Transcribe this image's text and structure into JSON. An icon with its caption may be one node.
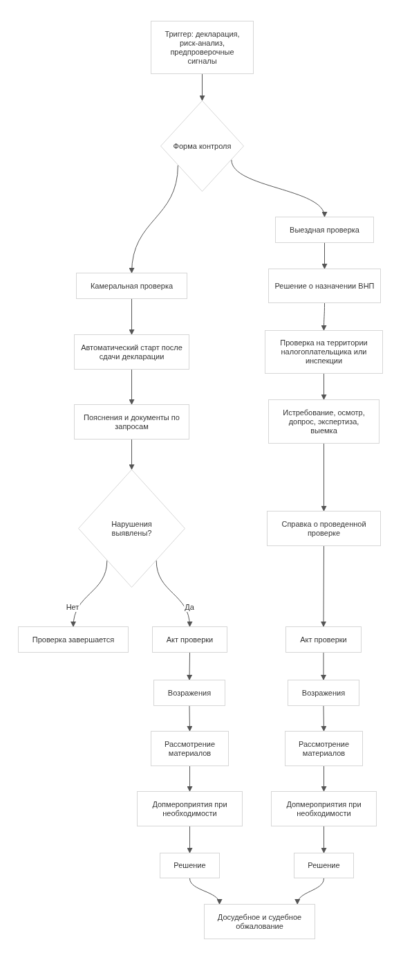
{
  "diagram": {
    "nodes": [
      {
        "text": [
          "Триггер: декларация, риск-анализ, предпроверочные сигналы"
        ]
      },
      {
        "text": [
          "Форма контроля"
        ]
      },
      {
        "text": [
          "Выездная проверка"
        ]
      },
      {
        "text": [
          "Камеральная проверка"
        ]
      },
      {
        "text": [
          "Решение о назначении ВНП"
        ]
      },
      {
        "text": [
          "Автоматический старт после сдачи декларации"
        ]
      },
      {
        "text": [
          "Пояснения и документы по запросам"
        ]
      },
      {
        "text": [
          "Проверка на территории налогоплательщика или инспекции"
        ]
      },
      {
        "text": [
          "Истребование, осмотр, допрос, экспертиза, выемка"
        ]
      },
      {
        "text": [
          "Нарушения выявлены?"
        ]
      },
      {
        "text": [
          "Справка о проведенной проверке"
        ]
      },
      {
        "text": [
          "Проверка завершается"
        ]
      },
      {
        "text": [
          "Акт проверки"
        ]
      },
      {
        "text": [
          "Акт проверки"
        ]
      },
      {
        "text": [
          "Возражения"
        ]
      },
      {
        "text": [
          "Возражения"
        ]
      },
      {
        "text": [
          "Рассмотрение материалов"
        ]
      },
      {
        "text": [
          "Рассмотрение материалов"
        ]
      },
      {
        "text": [
          "Допмероприятия при необходимости"
        ]
      },
      {
        "text": [
          "Допмероприятия при необходимости"
        ]
      },
      {
        "text": [
          "Решение"
        ]
      },
      {
        "text": [
          "Решение"
        ]
      },
      {
        "text": [
          "Досудебное и судебное обжалование"
        ]
      }
    ],
    "edges": [
      {
        "from": 0,
        "to": 1,
        "arrow": "to"
      },
      {
        "from": 1,
        "to": 3,
        "arrow": "to"
      },
      {
        "from": 1,
        "to": 2,
        "arrow": "to"
      },
      {
        "from": 2,
        "to": 4,
        "arrow": "to"
      },
      {
        "from": 3,
        "to": 5,
        "arrow": "to"
      },
      {
        "from": 4,
        "to": 7,
        "arrow": "to"
      },
      {
        "from": 5,
        "to": 6,
        "arrow": "to"
      },
      {
        "from": 7,
        "to": 8,
        "arrow": "to"
      },
      {
        "from": 6,
        "to": 9,
        "arrow": "to"
      },
      {
        "from": 8,
        "to": 10,
        "arrow": "to"
      },
      {
        "from": 9,
        "to": 11,
        "arrow": "to",
        "label": "Нет"
      },
      {
        "from": 9,
        "to": 12,
        "arrow": "to",
        "label": "Да"
      },
      {
        "from": 10,
        "to": 13,
        "arrow": "to"
      },
      {
        "from": 12,
        "to": 14,
        "arrow": "to"
      },
      {
        "from": 13,
        "to": 15,
        "arrow": "to"
      },
      {
        "from": 14,
        "to": 16,
        "arrow": "to"
      },
      {
        "from": 15,
        "to": 17,
        "arrow": "to"
      },
      {
        "from": 16,
        "to": 18,
        "arrow": "to"
      },
      {
        "from": 17,
        "to": 19,
        "arrow": "to"
      },
      {
        "from": 18,
        "to": 20,
        "arrow": "to"
      },
      {
        "from": 19,
        "to": 21,
        "arrow": "to"
      },
      {
        "from": 20,
        "to": 22,
        "arrow": "to"
      },
      {
        "from": 21,
        "to": 22,
        "arrow": "to"
      }
    ]
  }
}
